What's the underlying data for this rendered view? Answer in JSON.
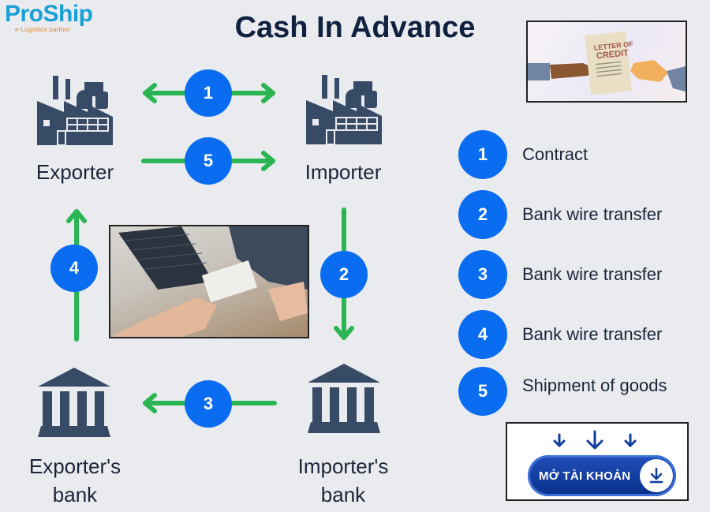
{
  "brand": {
    "name": "ProShip",
    "tagline": "e-Logistics partner"
  },
  "title": "Cash In Advance",
  "nodes": {
    "exporter": "Exporter",
    "importer": "Importer",
    "exporter_bank_line1": "Exporter's",
    "exporter_bank_line2": "bank",
    "importer_bank_line1": "Importer's",
    "importer_bank_line2": "bank"
  },
  "steps_on_diagram": {
    "contract": "1",
    "shipment": "5",
    "importer_to_bank": "2",
    "bank_to_bank": "3",
    "bank_to_exporter": "4"
  },
  "legend": [
    {
      "number": "1",
      "label": "Contract"
    },
    {
      "number": "2",
      "label": "Bank wire transfer"
    },
    {
      "number": "3",
      "label": "Bank wire transfer"
    },
    {
      "number": "4",
      "label": "Bank wire transfer"
    },
    {
      "number": "5",
      "label": "Shipment of goods"
    }
  ],
  "images": {
    "letter_of_credit_line1": "LETTER OF",
    "letter_of_credit_line2": "CREDIT"
  },
  "cta": {
    "label": "MỞ TÀI KHOẢN"
  },
  "colors": {
    "accent_blue": "#0a6cf0",
    "arrow_green": "#2bb552",
    "icon_navy": "#374a66",
    "title_navy": "#10203f"
  }
}
